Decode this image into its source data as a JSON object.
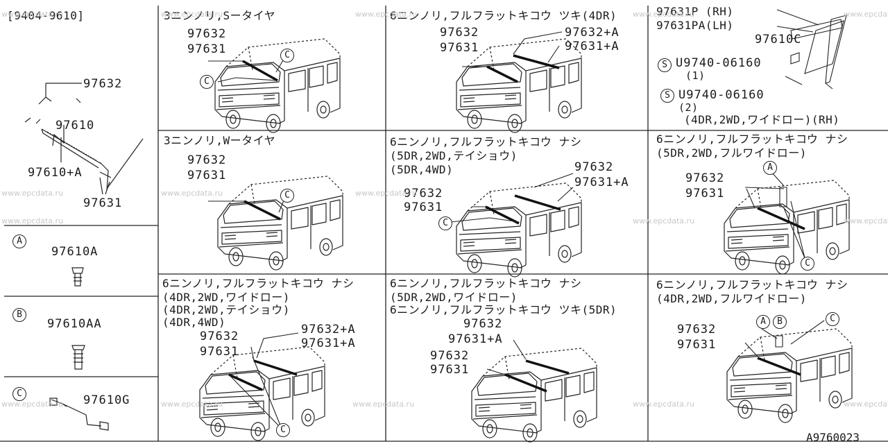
{
  "header": {
    "date_range": "[9404-9610]"
  },
  "left_panel": {
    "main_parts": [
      "97632",
      "97610",
      "97610+A",
      "97631"
    ],
    "detail_a": {
      "marker": "A",
      "part": "97610A"
    },
    "detail_b": {
      "marker": "B",
      "part": "97610AA"
    },
    "detail_c": {
      "marker": "C",
      "part": "97610G"
    }
  },
  "cells": [
    {
      "title_lines": [
        "3ニンノリ,Sータイヤ"
      ],
      "parts": [
        "97632",
        "97631"
      ],
      "markers": [
        "C",
        "C"
      ]
    },
    {
      "title_lines": [
        "6ニンノリ,フルフラットキコウ ツキ(4DR)"
      ],
      "parts": [
        "97632",
        "97631",
        "97632+A",
        "97631+A"
      ],
      "markers": []
    },
    {
      "title_lines": [
        "97631P (RH)",
        "97631PA(LH)"
      ],
      "parts": [
        "97610C",
        "U9740-06160",
        "(1)",
        "U9740-06160",
        "(2)",
        "(4DR,2WD,ワイドロー)(RH)"
      ],
      "markers": [
        "S",
        "S"
      ]
    },
    {
      "title_lines": [
        "3ニンノリ,Wータイヤ"
      ],
      "parts": [
        "97632",
        "97631"
      ],
      "markers": [
        "C"
      ]
    },
    {
      "title_lines": [
        "6ニンノリ,フルフラットキコウ ナシ",
        "(5DR,2WD,テイショウ)",
        "(5DR,4WD)"
      ],
      "parts": [
        "97632",
        "97631+A",
        "97632",
        "97631"
      ],
      "markers": [
        "C"
      ]
    },
    {
      "title_lines": [
        "6ニンノリ,フルフラットキコウ ナシ",
        "(5DR,2WD,フルワイドロー)"
      ],
      "parts": [
        "97632",
        "97631"
      ],
      "markers": [
        "A",
        "C"
      ]
    },
    {
      "title_lines": [
        "6ニンノリ,フルフラットキコウ ナシ",
        "(4DR,2WD,ワイドロー)",
        "(4DR,2WD,テイショウ)",
        "(4DR,4WD)"
      ],
      "parts": [
        "97632",
        "97631",
        "97632+A",
        "97631+A"
      ],
      "markers": [
        "C"
      ]
    },
    {
      "title_lines": [
        "6ニンノリ,フルフラットキコウ ナシ",
        "(5DR,2WD,ワイドロー)",
        "6ニンノリ,フルフラットキコウ ツキ(5DR)"
      ],
      "parts": [
        "97632",
        "97631+A",
        "97632",
        "97631"
      ],
      "markers": []
    },
    {
      "title_lines": [
        "6ニンノリ,フルフラットキコウ ナシ",
        "(4DR,2WD,フルワイドロー)"
      ],
      "parts": [
        "97632",
        "97631"
      ],
      "markers": [
        "A",
        "B",
        "C"
      ]
    }
  ],
  "watermark": "www.epcdata.ru",
  "diagram_code": "A9760023"
}
